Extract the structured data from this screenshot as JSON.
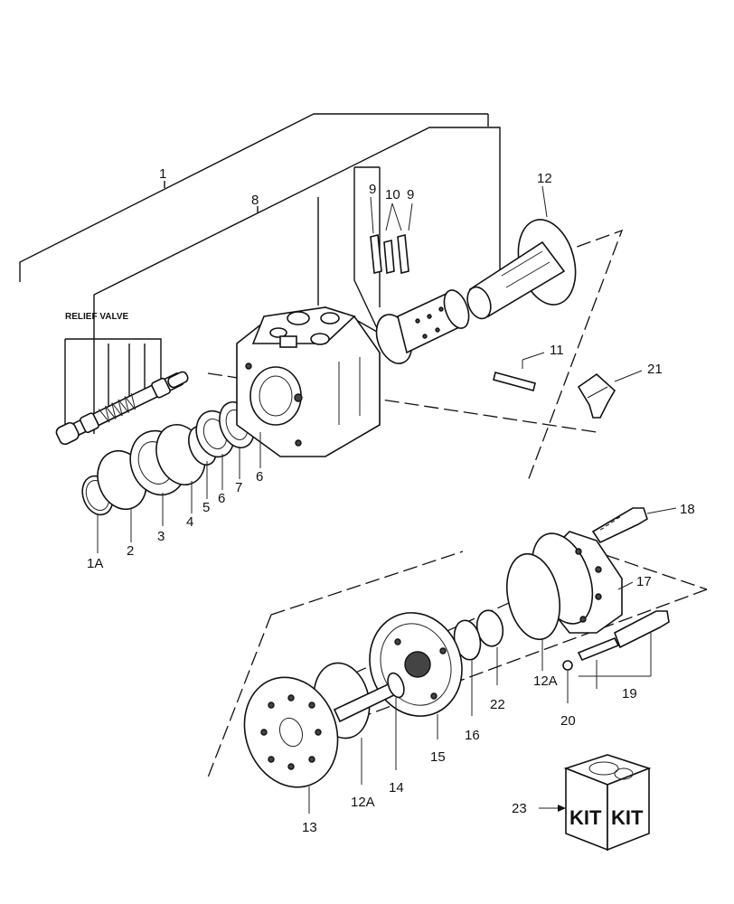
{
  "title": "RELIEF VALVE",
  "callouts": {
    "c1": "1",
    "c1A": "1A",
    "c2": "2",
    "c3": "3",
    "c4": "4",
    "c5": "5",
    "c6a": "6",
    "c6b": "6",
    "c7": "7",
    "c8": "8",
    "c9a": "9",
    "c10": "10",
    "c9b": "9",
    "c11": "11",
    "c12": "12",
    "c12Aa": "12A",
    "c12Ab": "12A",
    "c13": "13",
    "c14": "14",
    "c15": "15",
    "c16": "16",
    "c17": "17",
    "c18": "18",
    "c19": "19",
    "c20": "20",
    "c21": "21",
    "c22": "22",
    "c23": "23"
  },
  "kit": {
    "left": "KIT",
    "right": "KIT"
  }
}
